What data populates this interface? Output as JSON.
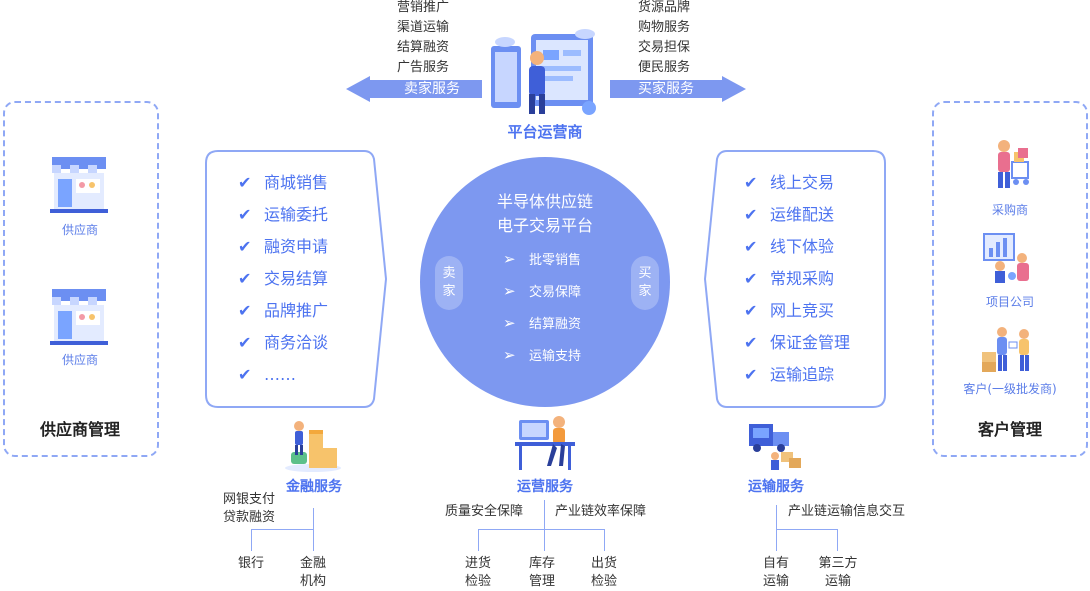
{
  "top": {
    "seller_services": [
      "营销推广",
      "渠道运输",
      "结算融资",
      "广告服务"
    ],
    "buyer_services": [
      "货源品牌",
      "购物服务",
      "交易担保",
      "便民服务"
    ],
    "seller_label": "卖家服务",
    "buyer_label": "买家服务",
    "operator_title": "平台运营商"
  },
  "supplier_panel": {
    "icon_labels": [
      "供应商",
      "供应商"
    ],
    "title": "供应商管理"
  },
  "customer_panel": {
    "icon_labels": [
      "采购商",
      "项目公司",
      "客户(一级批发商)"
    ],
    "title": "客户管理"
  },
  "left_checklist": [
    "商城销售",
    "运输委托",
    "融资申请",
    "交易结算",
    "品牌推广",
    "商务洽谈",
    "……"
  ],
  "right_checklist": [
    "线上交易",
    "运维配送",
    "线下体验",
    "常规采购",
    "网上竞买",
    "保证金管理",
    "运输追踪"
  ],
  "center": {
    "title_line1": "半导体供应链",
    "title_line2": "电子交易平台",
    "seller_pill": "卖家",
    "buyer_pill": "买家",
    "items": [
      "批零销售",
      "交易保障",
      "结算融资",
      "运输支持"
    ]
  },
  "finance": {
    "title": "金融服务",
    "notes": [
      "网银支付",
      "贷款融资"
    ],
    "leaf1": "银行",
    "leaf2_line1": "金融",
    "leaf2_line2": "机构"
  },
  "operation": {
    "title": "运营服务",
    "branch_left": "质量安全保障",
    "branch_right": "产业链效率保障",
    "leaves": [
      {
        "l1": "进货",
        "l2": "检验"
      },
      {
        "l1": "库存",
        "l2": "管理"
      },
      {
        "l1": "出货",
        "l2": "检验"
      }
    ]
  },
  "transport": {
    "title": "运输服务",
    "note": "产业链运输信息交互",
    "leaves": [
      {
        "l1": "自有",
        "l2": "运输"
      },
      {
        "l1": "第三方",
        "l2": "运输"
      }
    ]
  },
  "colors": {
    "accent": "#4d73f0",
    "arrow": "#7d98f0",
    "circle": "#7d98f0",
    "dashed": "#8fa8f5"
  }
}
